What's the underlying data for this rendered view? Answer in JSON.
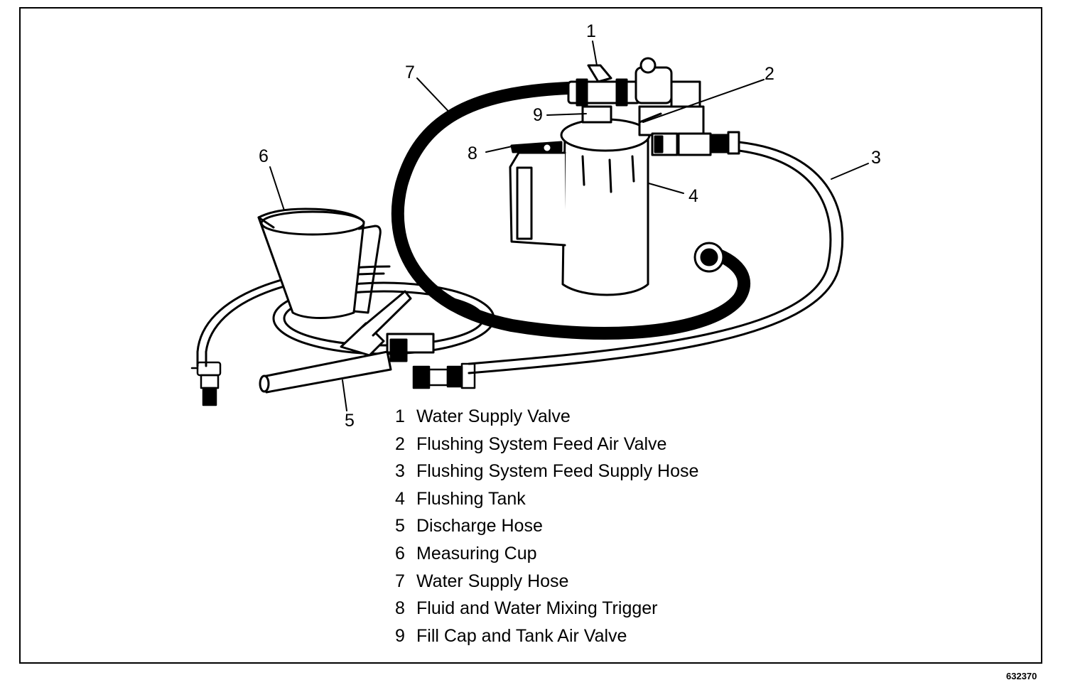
{
  "callouts": [
    "1",
    "2",
    "3",
    "4",
    "5",
    "6",
    "7",
    "8",
    "9"
  ],
  "legend": [
    {
      "num": "1",
      "label": "Water Supply Valve"
    },
    {
      "num": "2",
      "label": "Flushing System Feed Air Valve"
    },
    {
      "num": "3",
      "label": "Flushing System Feed Supply Hose"
    },
    {
      "num": "4",
      "label": "Flushing Tank"
    },
    {
      "num": "5",
      "label": "Discharge Hose"
    },
    {
      "num": "6",
      "label": "Measuring Cup"
    },
    {
      "num": "7",
      "label": "Water Supply Hose"
    },
    {
      "num": "8",
      "label": "Fluid and Water Mixing Trigger"
    },
    {
      "num": "9",
      "label": "Fill Cap and Tank Air Valve"
    }
  ],
  "figure_number": "632370",
  "colors": {
    "line": "#000000",
    "background": "#ffffff"
  }
}
